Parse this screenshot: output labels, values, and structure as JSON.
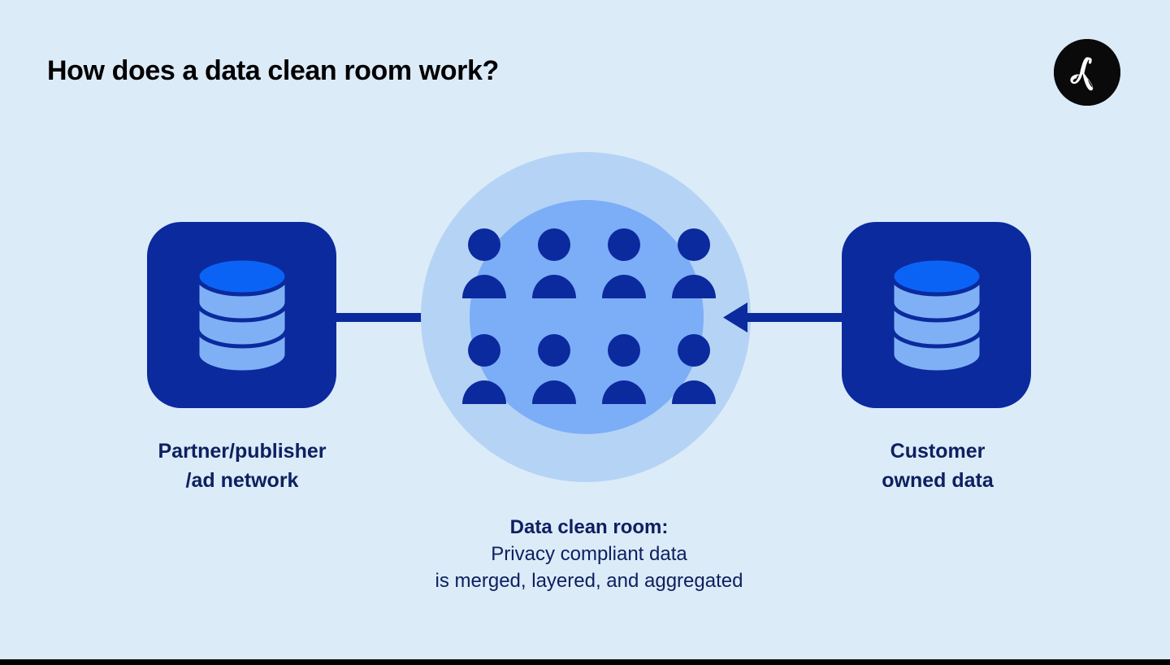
{
  "page": {
    "title": "How does a data clean room work?",
    "background_color": "#dcebf8",
    "bottom_rule_color": "#000000"
  },
  "brand": {
    "logo_name": "amplitude-logo",
    "logo_circle_color": "#0a0a0a",
    "logo_mark_color": "#ffffff"
  },
  "colors": {
    "card_navy": "#0b2a9e",
    "cylinder_body": "#7fb0f5",
    "cylinder_top": "#0b63f6",
    "cylinder_outline": "#0b2a9e",
    "circle_outer": "#b5d3f5",
    "circle_inner": "#7cadf7",
    "person": "#0b2a9e",
    "arrow": "#0b2a9e",
    "label_text": "#0d2060",
    "title_text": "#000000"
  },
  "diagram": {
    "left_node": {
      "icon": "database-icon",
      "label": "Partner/publisher\n/ad network"
    },
    "right_node": {
      "icon": "database-icon",
      "label": "Customer\nowned data"
    },
    "center_node": {
      "icon": "people-group-icon",
      "people_count": 8,
      "people_rows": 2,
      "people_columns": 4
    },
    "arrows": [
      {
        "name": "arrow-left-to-center",
        "direction": "right"
      },
      {
        "name": "arrow-right-to-center",
        "direction": "left"
      }
    ],
    "caption": {
      "heading": "Data clean room:",
      "body": "Privacy compliant data\nis merged, layered, and aggregated"
    }
  }
}
